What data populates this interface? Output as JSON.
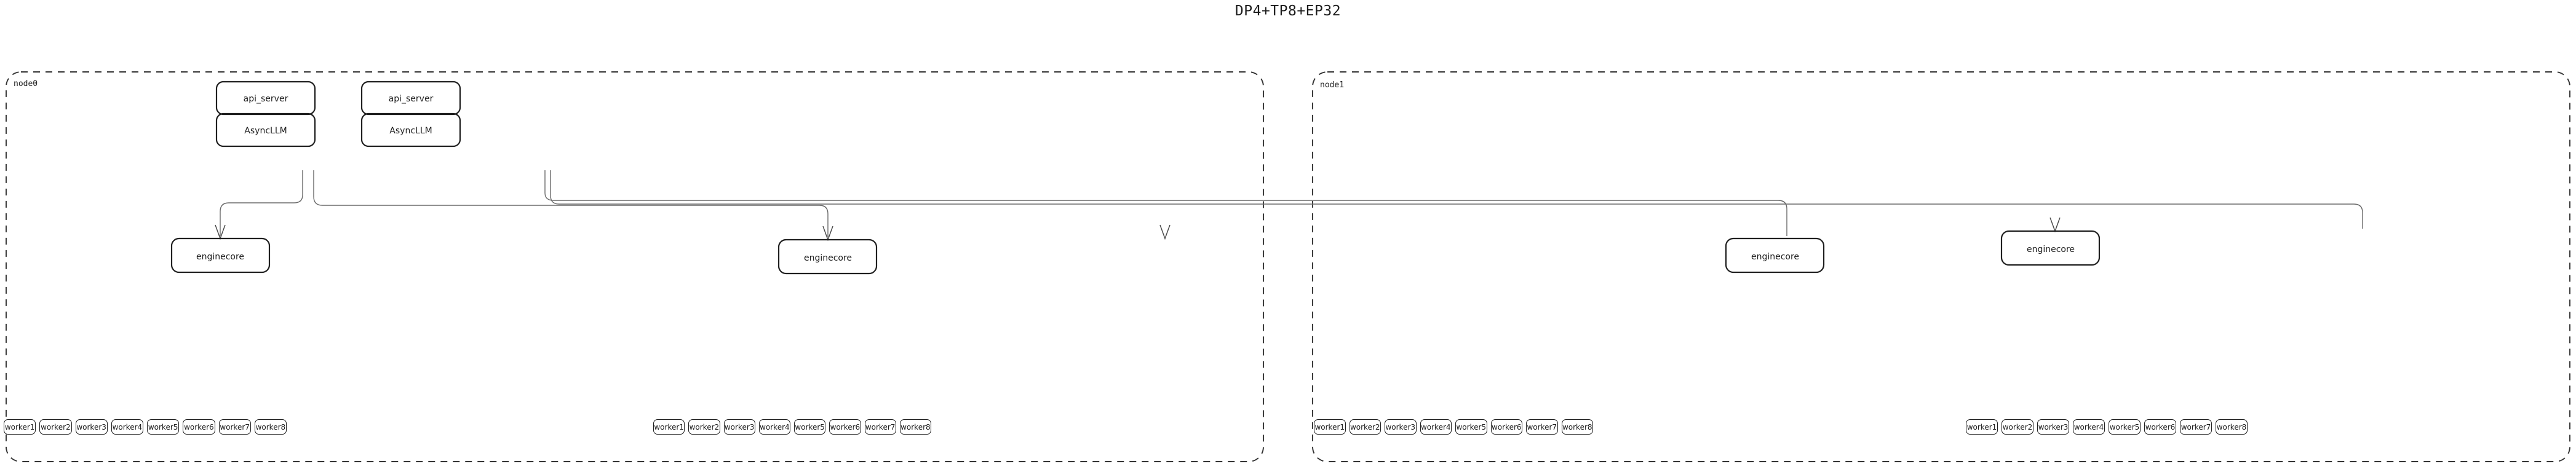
{
  "title": "DP4+TP8+EP32",
  "theme": {
    "background": "#ffffff",
    "stroke": "#1f1f1f",
    "node_border": "#333333",
    "asyncllm_hatch": "#6fbf86",
    "asyncllm_fill": "#f3fbf5",
    "enginecore_hatch": "#e89a9a",
    "enginecore_fill": "#fdf4f4",
    "box_fill": "#ffffff",
    "edge": "#5a5a5a",
    "text": "#1d1d1d"
  },
  "diagram": {
    "type": "deployment-topology",
    "parallelism": {
      "dp": 4,
      "tp": 8,
      "ep": 32
    },
    "nodes": [
      {
        "id": "node0",
        "label": "node0",
        "frontends": [
          {
            "api_server": "api_server",
            "async_llm": "AsyncLLM"
          },
          {
            "api_server": "api_server",
            "async_llm": "AsyncLLM"
          }
        ],
        "enginecores": [
          {
            "label": "enginecore",
            "workers": [
              "worker1",
              "worker2",
              "worker3",
              "worker4",
              "worker5",
              "worker6",
              "worker7",
              "worker8"
            ]
          },
          {
            "label": "enginecore",
            "workers": [
              "worker1",
              "worker2",
              "worker3",
              "worker4",
              "worker5",
              "worker6",
              "worker7",
              "worker8"
            ]
          }
        ]
      },
      {
        "id": "node1",
        "label": "node1",
        "frontends": [],
        "enginecores": [
          {
            "label": "enginecore",
            "workers": [
              "worker1",
              "worker2",
              "worker3",
              "worker4",
              "worker5",
              "worker6",
              "worker7",
              "worker8"
            ]
          },
          {
            "label": "enginecore",
            "workers": [
              "worker1",
              "worker2",
              "worker3",
              "worker4",
              "worker5",
              "worker6",
              "worker7",
              "worker8"
            ]
          }
        ]
      }
    ]
  },
  "labels": {
    "node0": "node0",
    "node1": "node1",
    "api_server": "api_server",
    "async_llm": "AsyncLLM",
    "enginecore": "enginecore",
    "workers": [
      "worker1",
      "worker2",
      "worker3",
      "worker4",
      "worker5",
      "worker6",
      "worker7",
      "worker8"
    ]
  }
}
